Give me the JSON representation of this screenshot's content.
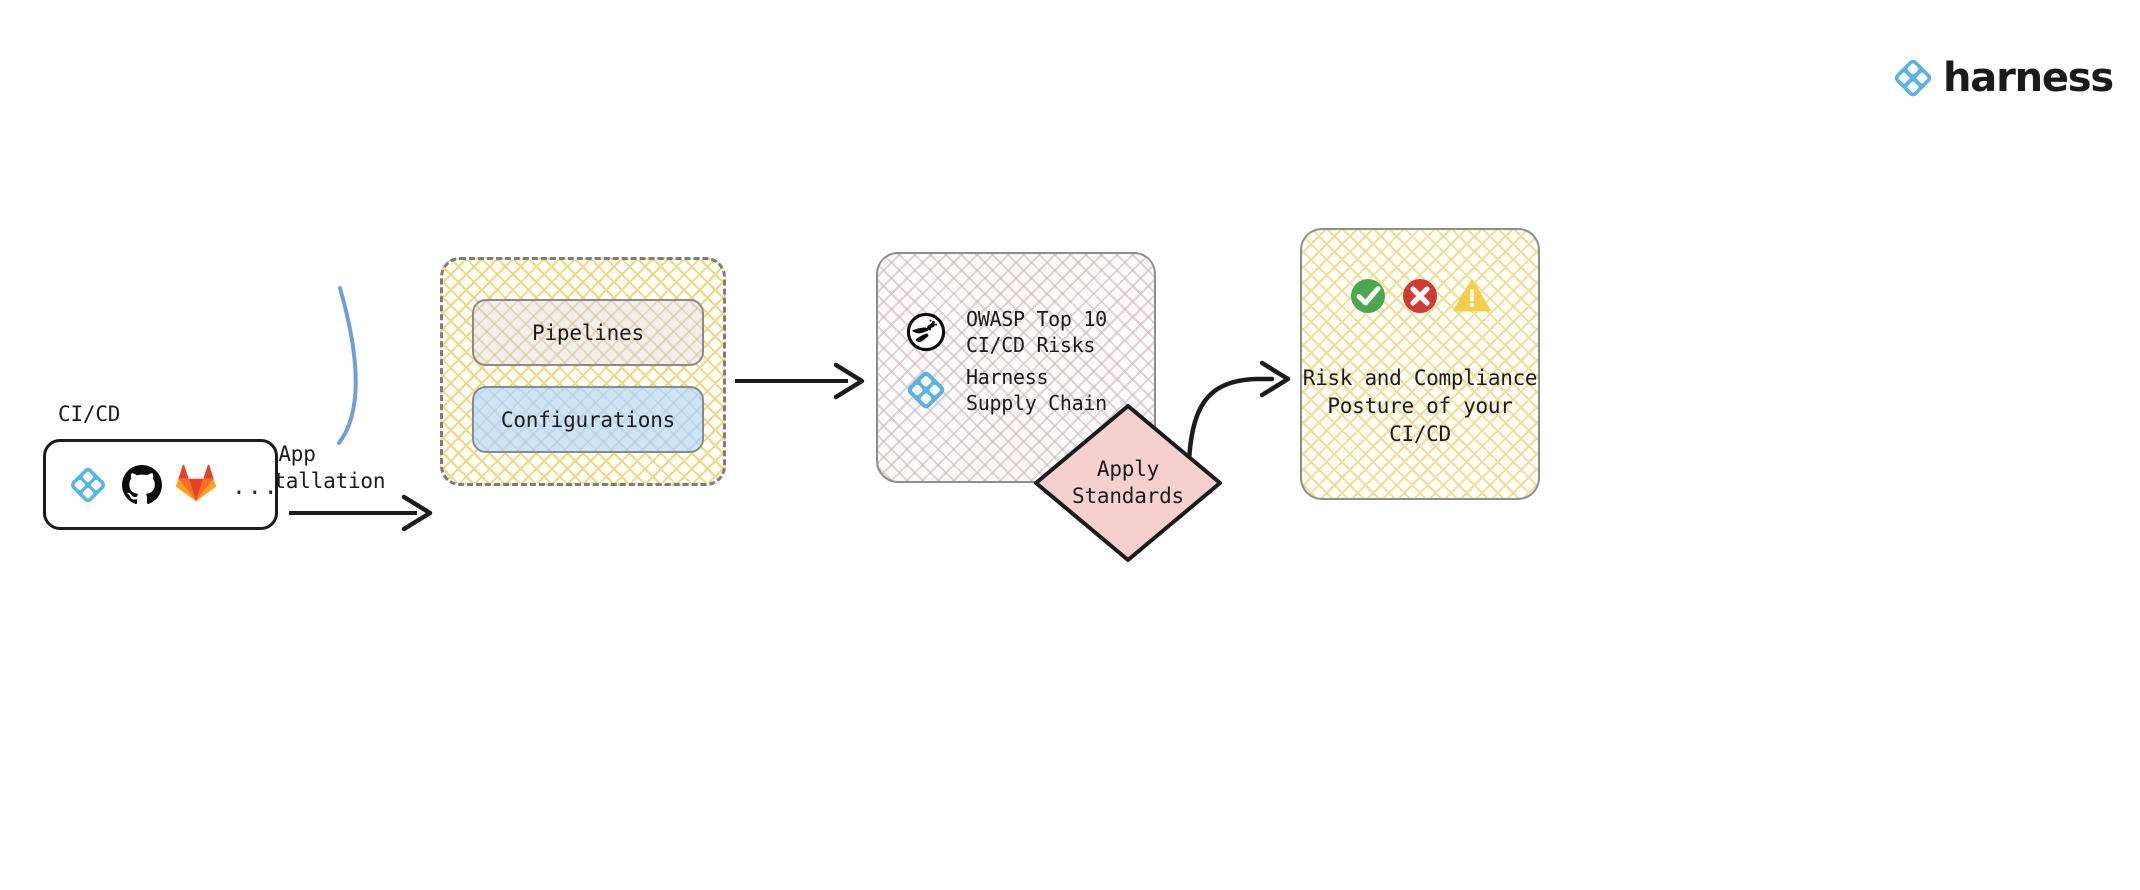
{
  "brand": {
    "name": "harness",
    "logo_icon": "harness-diamond-icon",
    "accent_color": "#5AB3E4"
  },
  "source": {
    "label": "CI/CD",
    "tools": [
      {
        "name": "harness",
        "icon": "harness-diamond-icon",
        "color": "#5AB3E4"
      },
      {
        "name": "github",
        "icon": "github-octocat-icon",
        "color": "#0D0D0D"
      },
      {
        "name": "gitlab",
        "icon": "gitlab-fox-icon",
        "color": "#E24329"
      },
      {
        "name": "more",
        "icon": "ellipsis-icon",
        "glyph": "..."
      }
    ],
    "ellipsis": "..."
  },
  "boundary": {
    "label": "App\nInstallation",
    "line_color": "#6F9FD8"
  },
  "repo_group": {
    "cards": [
      {
        "label": "Pipelines",
        "fill": "#F3EEE9"
      },
      {
        "label": "Configurations",
        "fill": "#CEE4F5"
      }
    ],
    "border_color": "#7D7D7D",
    "hatch_color": "#EED88C"
  },
  "standards": {
    "items": [
      {
        "icon": "owasp-wasp-icon",
        "label": "OWASP Top 10\nCI/CD Risks",
        "color": "#0D0D0D"
      },
      {
        "icon": "harness-diamond-icon",
        "label": "Harness\nSupply Chain",
        "color": "#5AB3E4"
      }
    ]
  },
  "apply": {
    "label": "Apply\nStandards",
    "fill": "#F6CFCF",
    "border": "#1C1C1C"
  },
  "outcome": {
    "text": "Risk and Compliance\nPosture of your\nCI/CD",
    "status_icons": [
      {
        "name": "check-circle-icon",
        "color": "#4CA750",
        "meaning": "pass"
      },
      {
        "name": "x-circle-icon",
        "color": "#CE3B33",
        "meaning": "fail"
      },
      {
        "name": "warning-triangle-icon",
        "color": "#F5CE4E",
        "meaning": "warning"
      }
    ],
    "hatch_color": "#F0DDA0"
  },
  "flow": {
    "edges": [
      {
        "from": "CI/CD",
        "to": "Pipelines / Configurations",
        "style": "straight-arrow"
      },
      {
        "from": "Pipelines / Configurations",
        "to": "OWASP / Harness standards",
        "style": "straight-arrow"
      },
      {
        "from": "Apply Standards",
        "to": "Risk and Compliance Posture",
        "style": "curved-arrow"
      }
    ]
  }
}
